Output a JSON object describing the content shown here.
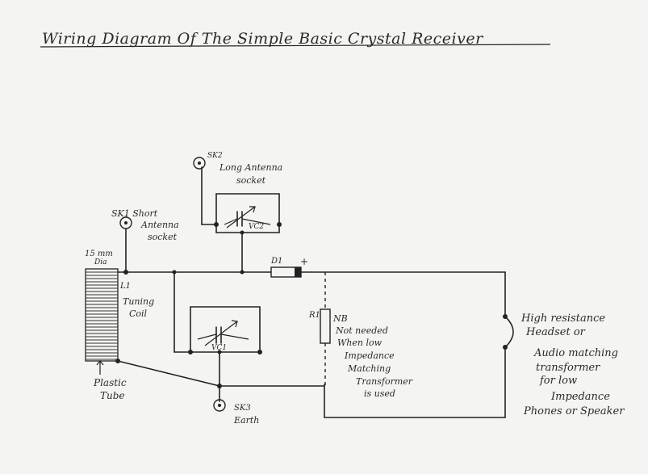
{
  "title": "Wiring Diagram Of The Simple Basic Crystal Receiver",
  "labels": {
    "coil_dia_1": "15 mm",
    "coil_dia_2": "Dia",
    "coil_name": "L1",
    "coil_desc_1": "Tuning",
    "coil_desc_2": "Coil",
    "tube_1": "Plastic",
    "tube_2": "Tube",
    "sk1_1": "SK1 Short",
    "sk1_2": "Antenna",
    "sk1_3": "socket",
    "sk2_1": "SK2",
    "sk2_2": "Long Antenna",
    "sk2_3": "socket",
    "sk3_1": "SK3",
    "sk3_2": "Earth",
    "vc1": "VC1",
    "vc2": "VC2",
    "d1": "D1",
    "d1_plus": "+",
    "r1": "R1",
    "nb_1": "NB",
    "nb_2": "Not needed",
    "nb_3": "When low",
    "nb_4": "Impedance",
    "nb_5": "Matching",
    "nb_6": "Transformer",
    "nb_7": "is used",
    "out_1": "High resistance",
    "out_2": "Headset or",
    "out_3": "Audio matching",
    "out_4": "transformer",
    "out_5": "for low",
    "out_6": "Impedance",
    "out_7": "Phones or Speaker"
  }
}
